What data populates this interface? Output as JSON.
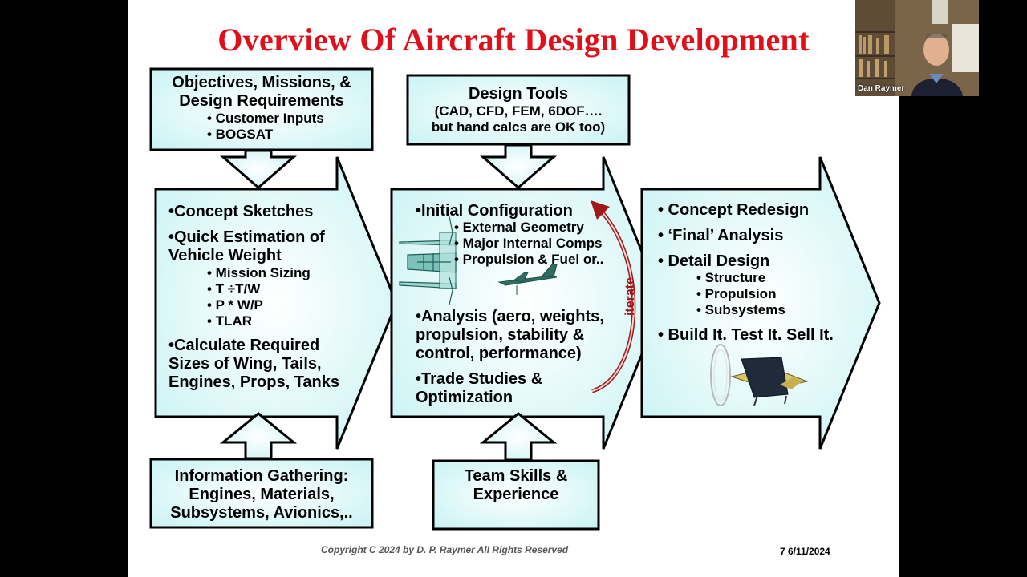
{
  "title": "Overview Of Aircraft Design Development",
  "top_boxes": {
    "objectives": {
      "heading": [
        "Objectives, Missions, &",
        "Design Requirements"
      ],
      "bullets": [
        "• Customer Inputs",
        "• BOGSAT"
      ]
    },
    "tools": {
      "lines": [
        "Design Tools",
        "(CAD, CFD, FEM, 6DOF….",
        "but hand calcs are OK too)"
      ]
    }
  },
  "arrows": {
    "concept": {
      "b1": "•Concept Sketches",
      "b2": [
        "•Quick Estimation of",
        "Vehicle Weight"
      ],
      "sub": [
        "• Mission Sizing",
        "• T ÷T/W",
        "• P * W/P",
        "• TLAR"
      ],
      "b3": [
        "•Calculate Required",
        "Sizes of Wing, Tails,",
        "Engines, Props, Tanks"
      ]
    },
    "initial": {
      "b1": "•Initial Configuration",
      "sub": [
        "• External Geometry",
        "• Major Internal Comps",
        "• Propulsion & Fuel or.."
      ],
      "b2": [
        "•Analysis (aero, weights,",
        "propulsion, stability &",
        "control, performance)"
      ],
      "b3": [
        "•Trade Studies &",
        "Optimization"
      ],
      "iterate": "iterate"
    },
    "redesign": {
      "b1": "• Concept Redesign",
      "b2": "• ‘Final’ Analysis",
      "b3": "• Detail Design",
      "sub": [
        "• Structure",
        "• Propulsion",
        "• Subsystems"
      ],
      "b4": "• Build It. Test It. Sell It."
    }
  },
  "bottom_boxes": {
    "info": [
      "Information Gathering:",
      "Engines, Materials,",
      "Subsystems, Avionics,.."
    ],
    "team": [
      "Team Skills &",
      "Experience"
    ]
  },
  "footer": {
    "copyright": "Copyright C 2024 by D. P. Raymer   All Rights Reserved",
    "page": "7  6/11/2024"
  },
  "video": {
    "name": "Dan Raymer"
  },
  "colors": {
    "title": "#e0101a",
    "box_fill": "#e4fbfb",
    "outline": "#000000",
    "iterate_arrow": "#a01818"
  }
}
